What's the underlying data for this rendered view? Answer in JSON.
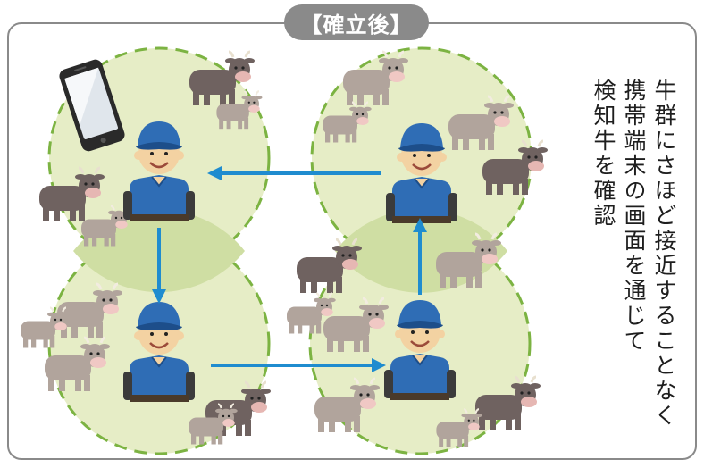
{
  "title": "【確立後】",
  "caption_lines": [
    "牛群にさほど接近することなく",
    "携帯端末の画面を通じて",
    "検知牛を確認"
  ],
  "zones": [
    {
      "id": "top-left",
      "has_phone": true
    },
    {
      "id": "bottom-left",
      "has_phone": false
    },
    {
      "id": "top-right",
      "has_phone": false
    },
    {
      "id": "bottom-right",
      "has_phone": false
    }
  ],
  "flow": [
    "bottom-left",
    "bottom-right",
    "top-right",
    "top-left"
  ],
  "colors": {
    "zone_fill": "#e6edc6",
    "zone_overlap": "#cfdea3",
    "zone_stroke": "#7cb342",
    "arrow": "#1f8ccf",
    "frame": "#8a8a8a",
    "shirt": "#2f6db5",
    "cap": "#2f6db5",
    "cow_dark": "#6f6260",
    "cow_light": "#b1a49c"
  }
}
